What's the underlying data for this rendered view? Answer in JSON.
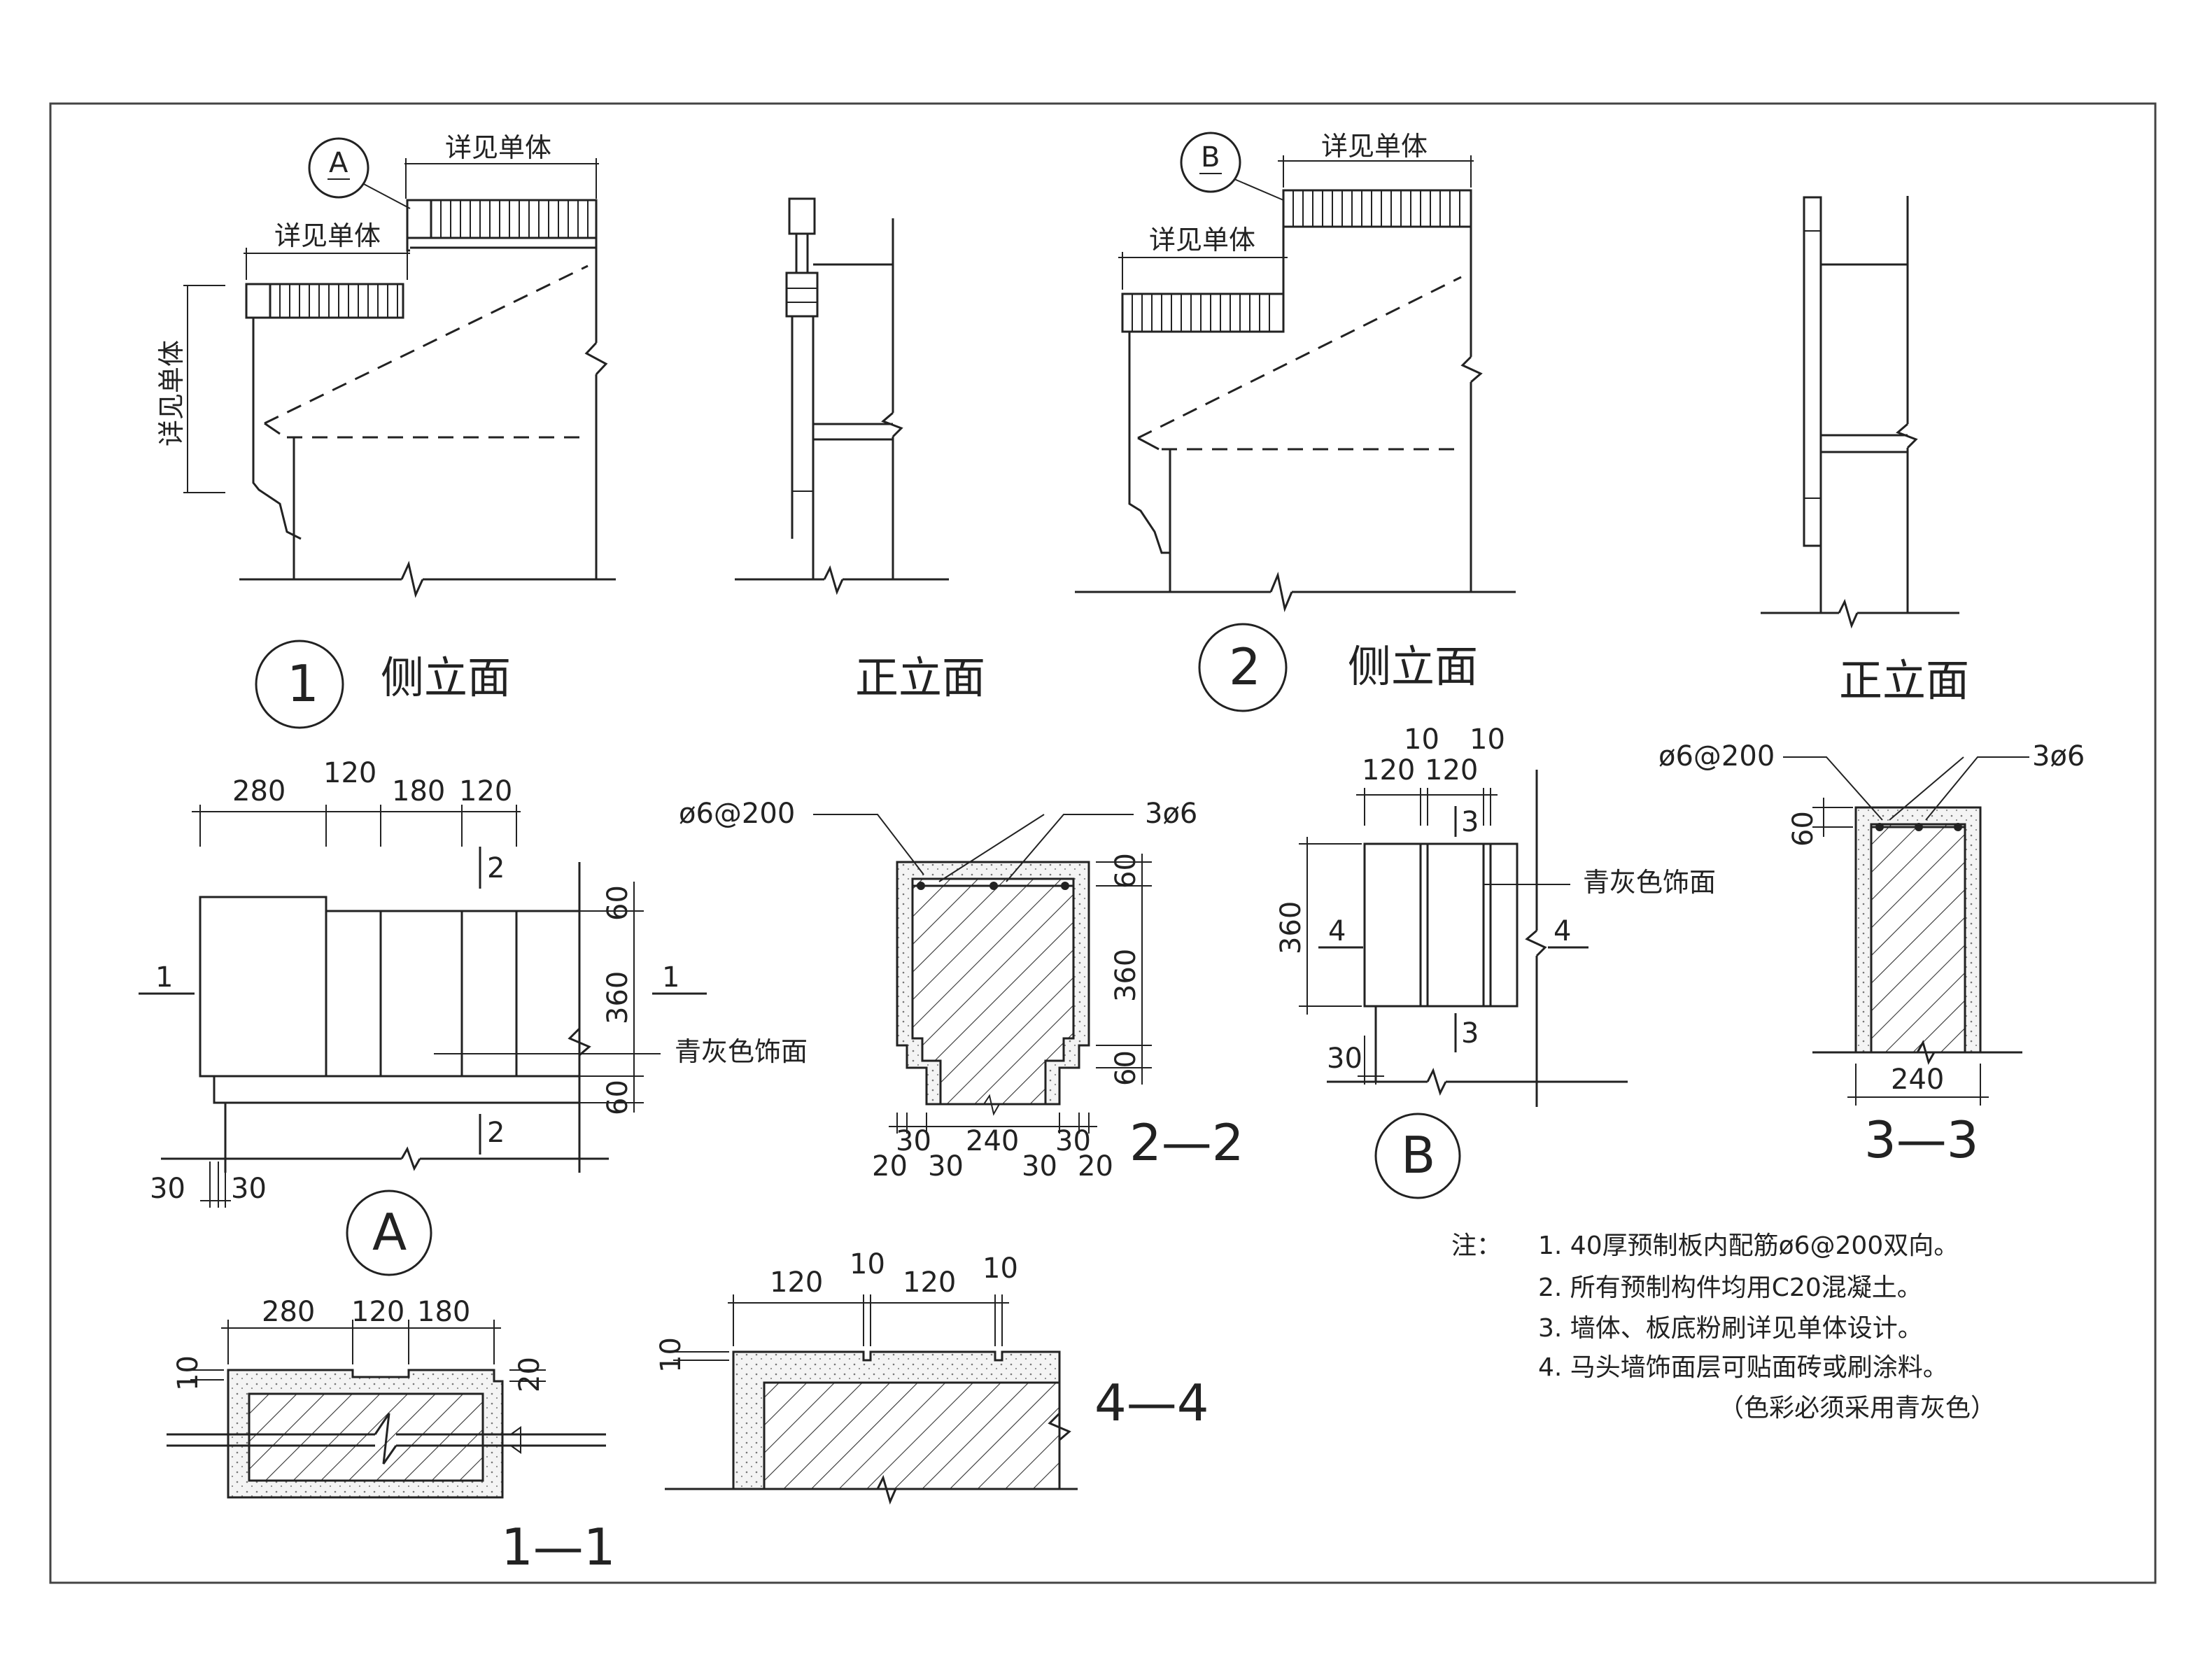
{
  "views": {
    "elev1": {
      "number": "1",
      "side_title": "侧立面",
      "front_title": "正立面"
    },
    "elev2": {
      "number": "2",
      "side_title": "侧立面",
      "front_title": "正立面"
    },
    "ref_a": "A",
    "ref_b": "B",
    "see_unit": "详见单体"
  },
  "section_labels": {
    "s11": "1—1",
    "s22": "2—2",
    "s33": "3—3",
    "s44": "4—4",
    "mark1": "1",
    "mark2": "2",
    "mark3": "3",
    "mark4": "4"
  },
  "finish_label": "青灰色饰面",
  "rebar": {
    "stirrup": "ø6@200",
    "main": "3ø6"
  },
  "dims_a": {
    "d280": "280",
    "d120": "120",
    "d180": "180",
    "d120b": "120",
    "d60": "60",
    "d360": "360",
    "d60b": "60",
    "d30": "30",
    "d30b": "30"
  },
  "dims_22": {
    "d60": "60",
    "d360": "360",
    "d60b": "60",
    "d30": "30",
    "d240": "240",
    "d30b": "30",
    "d20": "20",
    "d30c": "30",
    "d30d": "30",
    "d20b": "20"
  },
  "dims_b": {
    "d10": "10",
    "d10b": "10",
    "d120": "120",
    "d120b": "120",
    "d360": "360",
    "d30": "30",
    "mark4": "4"
  },
  "dims_33": {
    "d60": "60",
    "d240": "240"
  },
  "dims_11": {
    "d280": "280",
    "d120": "120",
    "d180": "180",
    "d10": "10",
    "d20": "20"
  },
  "dims_44": {
    "d120": "120",
    "d10": "10",
    "d120b": "120",
    "d10b": "10",
    "d10c": "10"
  },
  "notes": {
    "heading": "注：",
    "items": [
      "1. 40厚预制板内配筋ø6@200双向。",
      "2. 所有预制构件均用C20混凝土。",
      "3. 墙体、板底粉刷详见单体设计。",
      "4. 马头墙饰面层可贴面砖或刷涂料。"
    ],
    "extra": "（色彩必须采用青灰色）"
  }
}
